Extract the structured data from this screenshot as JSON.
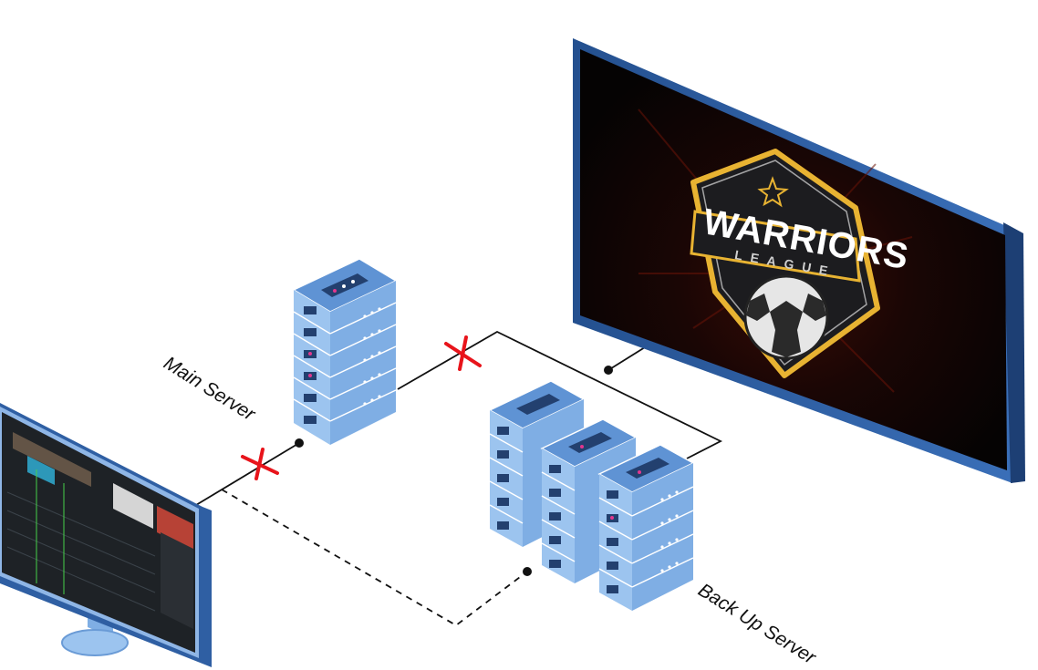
{
  "labels": {
    "main_server": "Main Server",
    "backup_server": "Back Up Server"
  },
  "screen_logo": {
    "title": "WARRIORS",
    "subtitle": "LEAGUE"
  },
  "icons": {
    "monitor": "monitor-icon",
    "main_server": "server-rack-icon",
    "backup_servers": "server-rack-icon",
    "led_wall": "led-display-icon",
    "failure_marker": "cross-icon"
  },
  "colors": {
    "server_blue": "#7fb0e6",
    "server_dark": "#23406f",
    "frame_blue": "#2f5fa3",
    "failure_red": "#e8141b",
    "logo_gold": "#e8b332",
    "line": "#111111"
  }
}
